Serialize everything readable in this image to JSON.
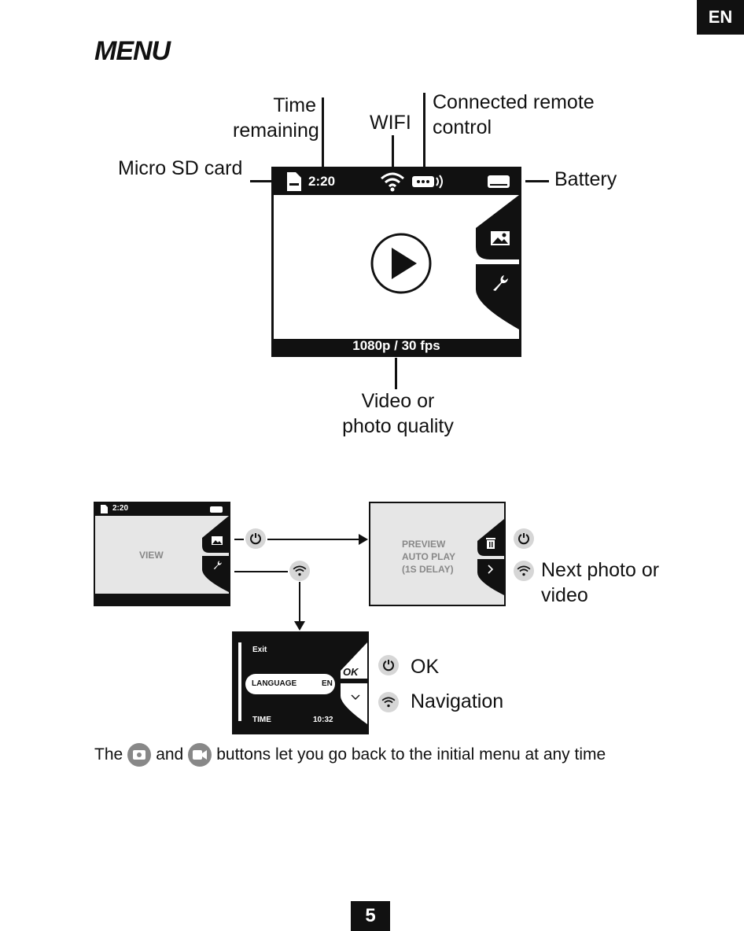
{
  "lang": "EN",
  "title": "MENU",
  "callouts": {
    "time_line1": "Time",
    "time_line2": "remaining",
    "wifi": "WIFI",
    "remote_line1": "Connected remote",
    "remote_line2": "control",
    "sd": "Micro SD card",
    "battery": "Battery",
    "quality_line1": "Video or",
    "quality_line2": "photo quality"
  },
  "screen": {
    "time": "2:20",
    "quality": "1080p / 30 fps"
  },
  "flow": {
    "view_label": "VIEW",
    "mini_time": "2:20",
    "preview_line1": "PREVIEW",
    "preview_line2": "AUTO PLAY",
    "preview_line3": "(1S DELAY)",
    "next_line1": "Next photo or",
    "next_line2": "video",
    "menu_exit": "Exit",
    "menu_language": "LANGUAGE",
    "menu_language_value": "EN",
    "menu_time": "TIME",
    "menu_time_value": "10:32",
    "ok_button": "OK",
    "legend_ok": "OK",
    "legend_nav": "Navigation"
  },
  "footer_note": {
    "part1": "The",
    "part2": "and",
    "part3": "buttons  let you go back to the initial menu at any time"
  },
  "page_number": "5",
  "icons": [
    "sd-card-icon",
    "wifi-icon",
    "remote-icon",
    "battery-icon",
    "play-icon",
    "gallery-icon",
    "wrench-icon",
    "power-icon",
    "trash-icon",
    "chevron-right-icon",
    "chevron-down-icon",
    "photo-button-icon",
    "video-button-icon"
  ]
}
